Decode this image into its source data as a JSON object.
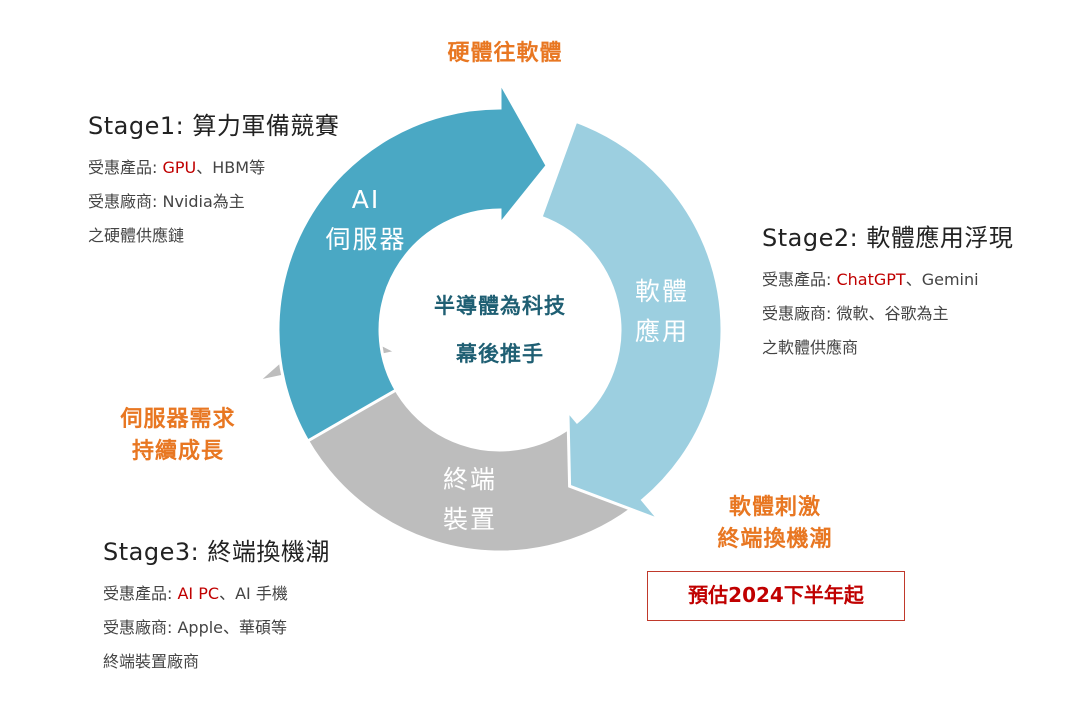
{
  "top_label": "硬體往軟體",
  "stage1": {
    "title": "Stage1: 算力軍備競賽",
    "product_prefix": "受惠產品: ",
    "product_highlight": "GPU",
    "product_rest": "、HBM等",
    "vendor_line1": "受惠廠商: Nvidia為主",
    "vendor_line2": "之硬體供應鏈"
  },
  "stage2": {
    "title": "Stage2: 軟體應用浮現",
    "product_prefix": "受惠產品: ",
    "product_highlight": "ChatGPT",
    "product_rest": "、Gemini",
    "vendor_line1": "受惠廠商: 微軟、谷歌為主",
    "vendor_line2": "之軟體供應商"
  },
  "stage3": {
    "title": "Stage3: 終端換機潮",
    "product_prefix": "受惠產品: ",
    "product_highlight": "AI PC",
    "product_rest": "、AI 手機",
    "vendor_line1": "受惠廠商: Apple、華碩等",
    "vendor_line2": "終端裝置廠商"
  },
  "segments": {
    "server_line1": "AI",
    "server_line2": "伺服器",
    "software_line1": "軟體",
    "software_line2": "應用",
    "device_line1": "終端",
    "device_line2": "裝置"
  },
  "center": {
    "line1": "半導體為科技",
    "line2": "幕後推手"
  },
  "left_label": {
    "line1": "伺服器需求",
    "line2": "持續成長"
  },
  "right_label": {
    "line1": "軟體刺激",
    "line2": "終端換機潮"
  },
  "badge": "預估2024下半年起",
  "colors": {
    "server": "#4aa8c4",
    "software": "#9ccfe0",
    "device": "#bdbdbd",
    "accent_orange": "#e87722",
    "highlight_red": "#c00000"
  }
}
